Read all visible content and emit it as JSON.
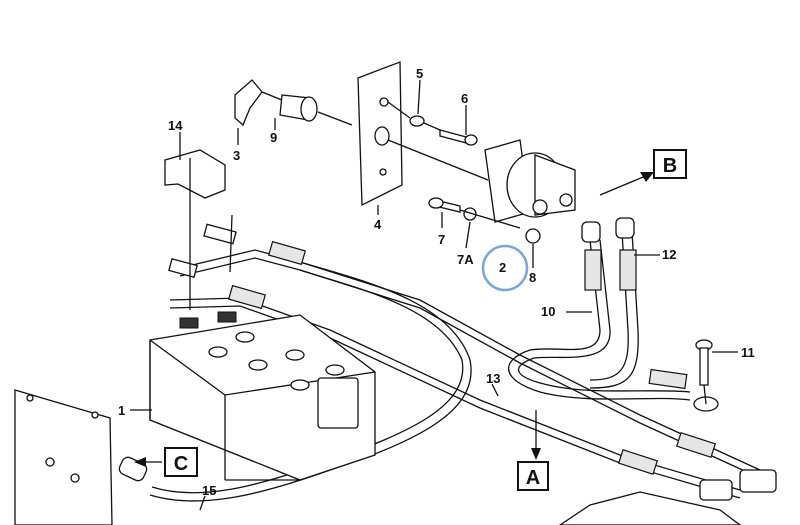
{
  "labels": {
    "l1": "1",
    "l2": "2",
    "l3": "3",
    "l4": "4",
    "l5": "5",
    "l6": "6",
    "l7": "7",
    "l7a": "7A",
    "l8": "8",
    "l9": "9",
    "l10": "10",
    "l11": "11",
    "l12": "12",
    "l13": "13",
    "l14": "14",
    "l15": "15"
  },
  "callouts": {
    "a": "A",
    "b": "B",
    "c": "C"
  },
  "colors": {
    "line": "#111111",
    "highlight_circle": "#7aa7d6",
    "background": "#ffffff"
  }
}
